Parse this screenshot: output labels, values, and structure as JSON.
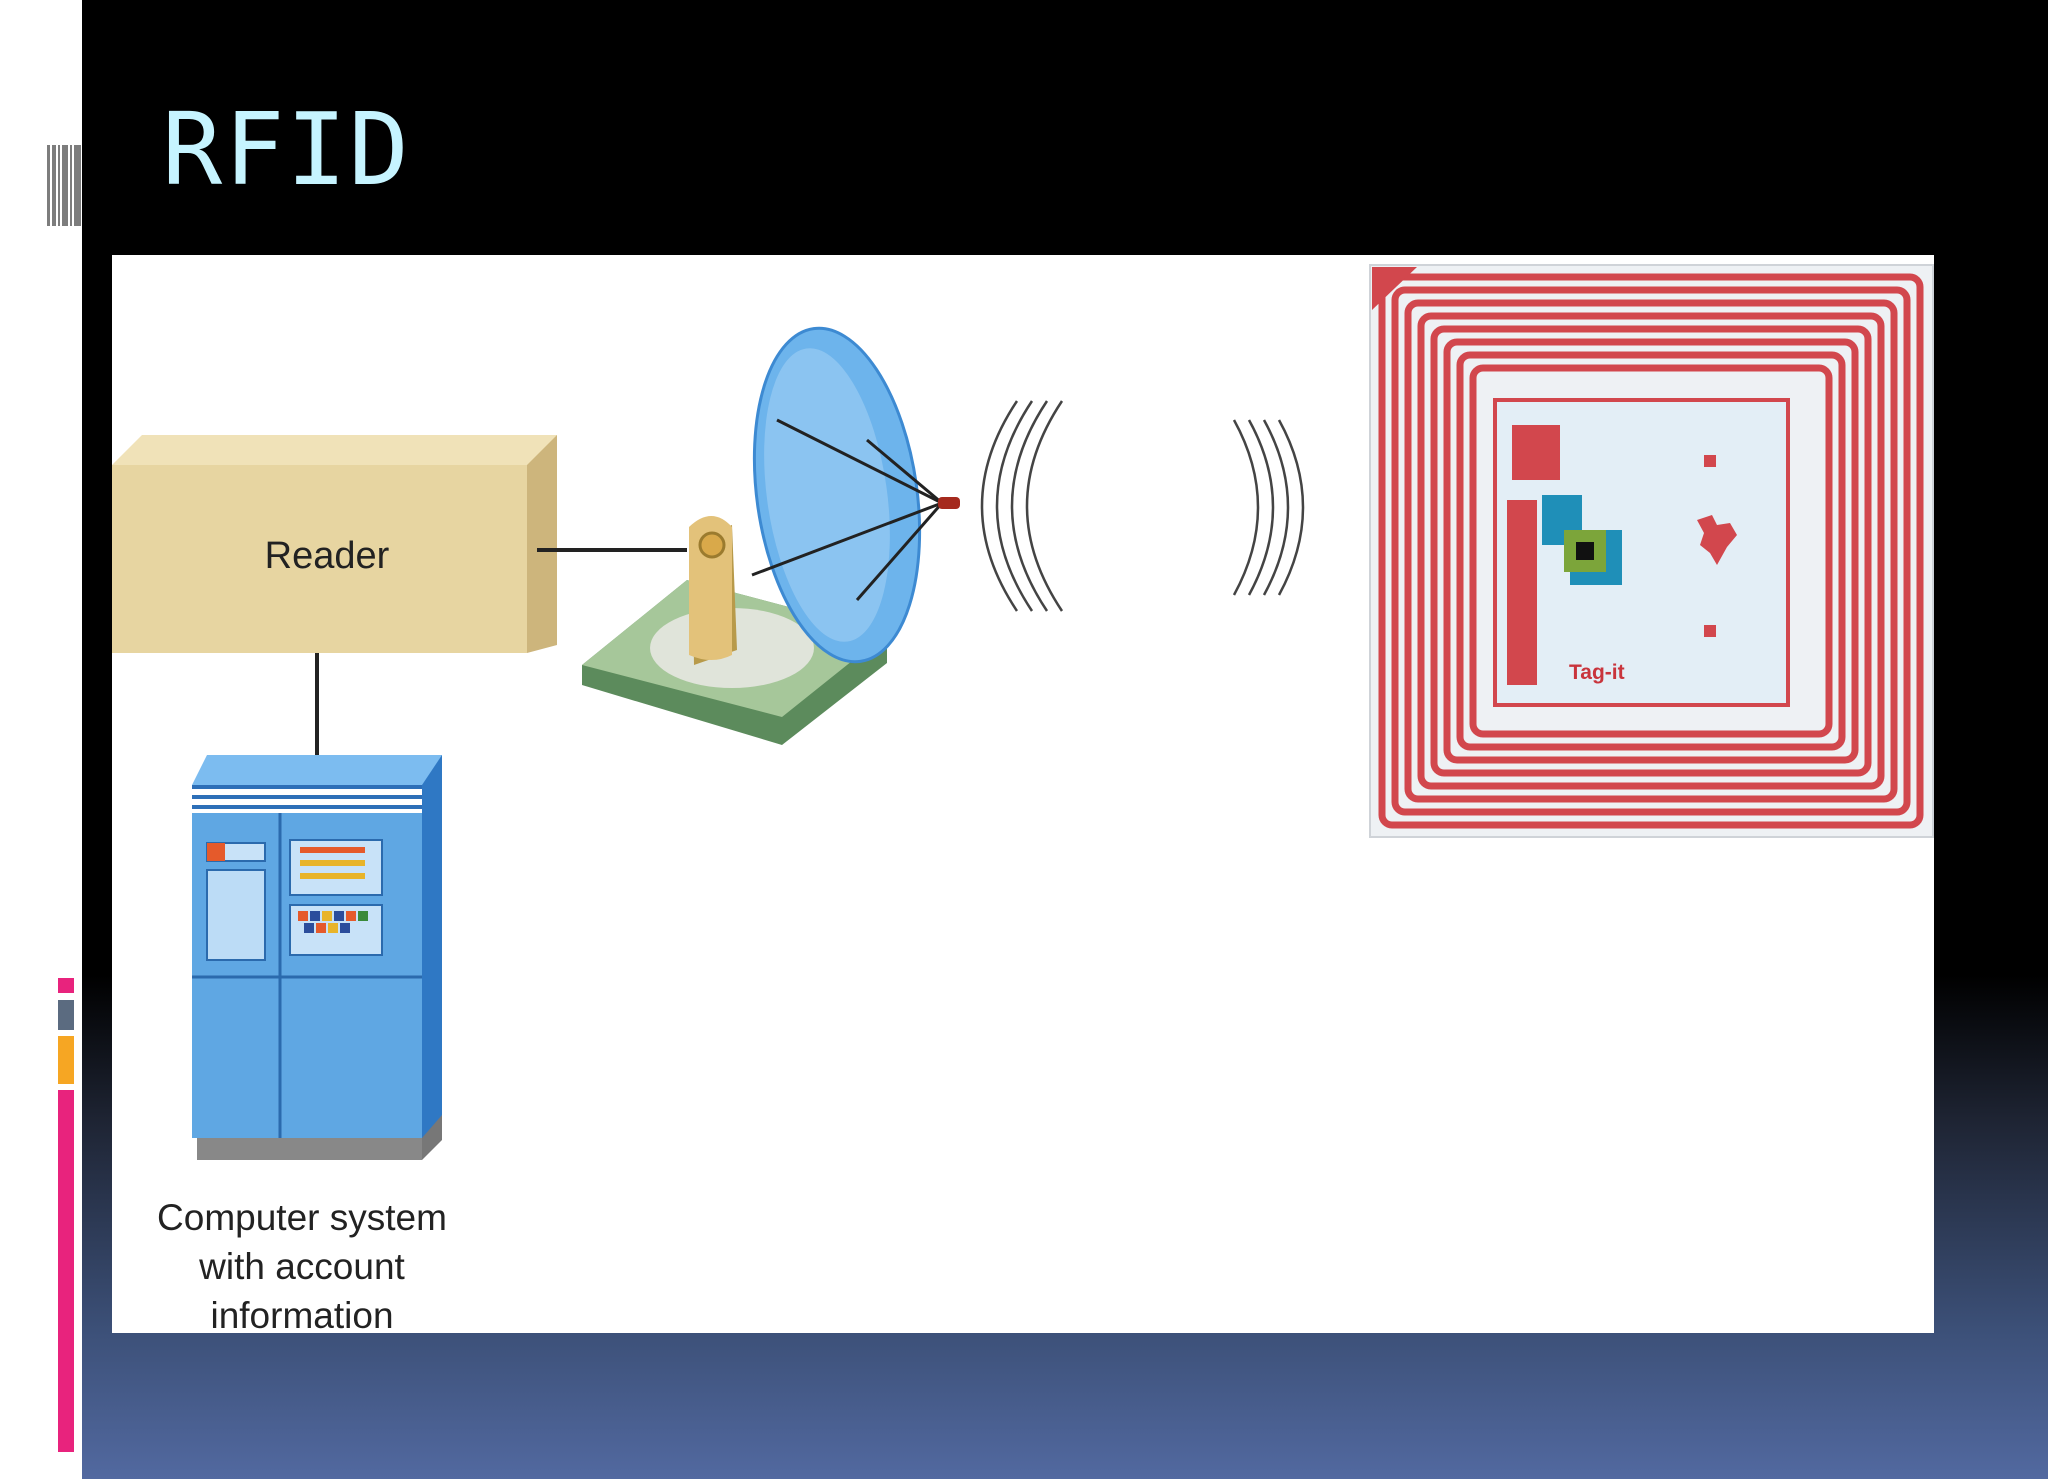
{
  "slide": {
    "title": "RFID"
  },
  "diagram": {
    "reader_label": "Reader",
    "computer_label": [
      "Computer system",
      "with account",
      "information"
    ],
    "tag_label": "Tag-it"
  },
  "colors": {
    "title_text": "#c6f4ff",
    "reader_box": "#e7d5a1",
    "computer_body": "#5fa7e3",
    "dish": "#6db4ec",
    "tag_antenna": "#d2474d",
    "accent_pink": "#e8237d",
    "accent_orange": "#f6a623",
    "accent_gray": "#5b6b80"
  },
  "icons": [
    "reader-box",
    "computer-tower-icon",
    "satellite-dish-antenna-icon",
    "radio-wave-icon",
    "rfid-tag-icon",
    "ti-logo-icon"
  ]
}
